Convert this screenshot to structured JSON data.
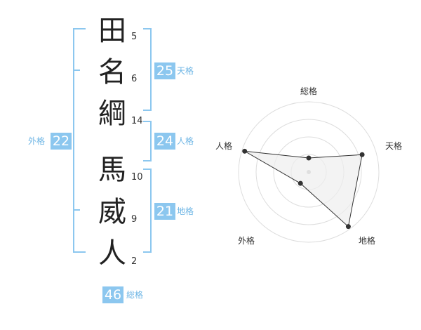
{
  "name_chars": [
    {
      "char": "田",
      "strokes": "5"
    },
    {
      "char": "名",
      "strokes": "6"
    },
    {
      "char": "綱",
      "strokes": "14"
    },
    {
      "char": "馬",
      "strokes": "10"
    },
    {
      "char": "威",
      "strokes": "9"
    },
    {
      "char": "人",
      "strokes": "2"
    }
  ],
  "kaku": {
    "tenkaku": {
      "value": "25",
      "label": "天格"
    },
    "jinkaku": {
      "value": "24",
      "label": "人格"
    },
    "chikaku": {
      "value": "21",
      "label": "地格"
    },
    "gaikaku": {
      "value": "22",
      "label": "外格"
    },
    "soukaku": {
      "value": "46",
      "label": "総格"
    }
  },
  "colors": {
    "accent": "#8cc7ef",
    "grid": "#dddddd",
    "fill": "#eeeeee",
    "stroke": "#333333"
  },
  "chart_data": {
    "type": "radar",
    "axes": [
      "総格",
      "天格",
      "地格",
      "外格",
      "人格"
    ],
    "values": [
      0.2,
      0.8,
      0.96,
      0.2,
      0.96
    ],
    "range": [
      0,
      1
    ],
    "rings": 4
  }
}
